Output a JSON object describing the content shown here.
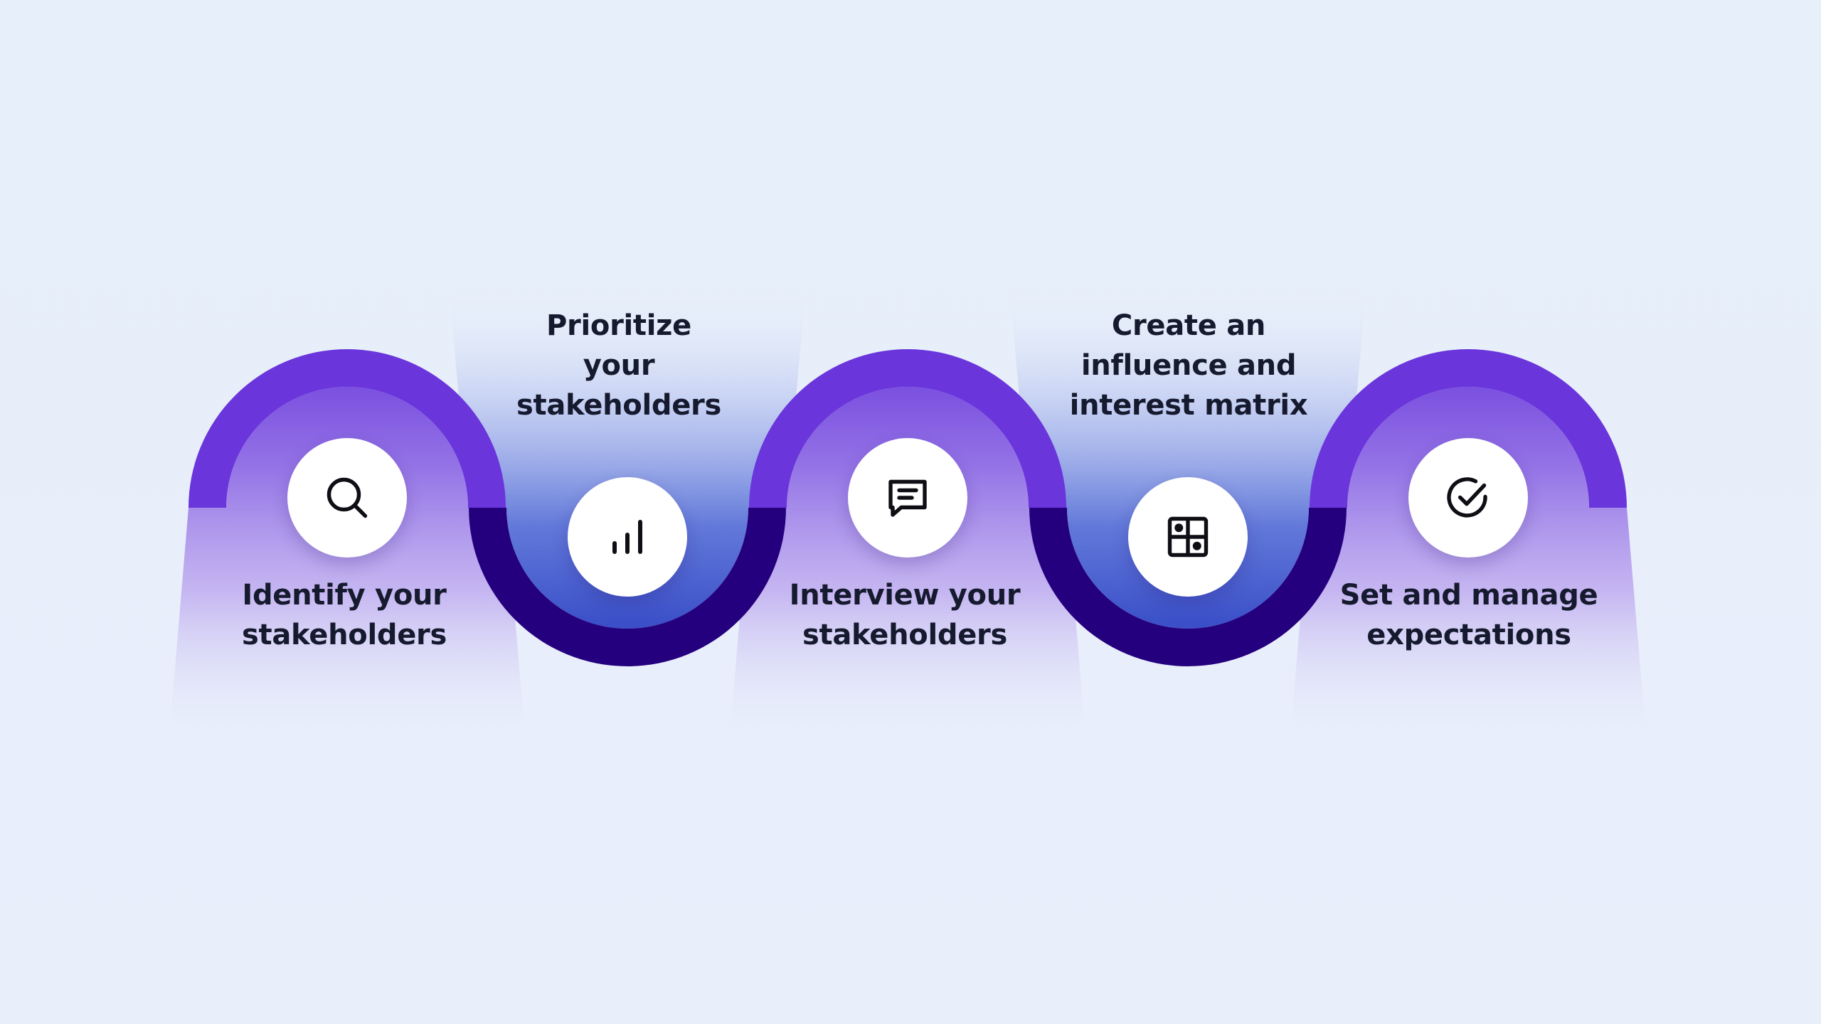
{
  "steps": [
    {
      "label": "Identify your\nstakeholders",
      "icon": "search-icon"
    },
    {
      "label": "Prioritize\nyour\nstakeholders",
      "icon": "bar-chart-icon"
    },
    {
      "label": "Interview your\nstakeholders",
      "icon": "chat-message-icon"
    },
    {
      "label": "Create an\ninfluence and\ninterest matrix",
      "icon": "matrix-grid-icon"
    },
    {
      "label": "Set and manage\nexpectations",
      "icon": "check-circle-icon"
    }
  ],
  "colors": {
    "background": "#E7EFFA",
    "arc_violet": "#6A35DB",
    "arc_dark_indigo": "#25007E",
    "fill_lavender": "#9A78E8",
    "fill_blue": "#3F55CC",
    "icon_disc": "#FFFFFF",
    "text": "#161A2E"
  }
}
